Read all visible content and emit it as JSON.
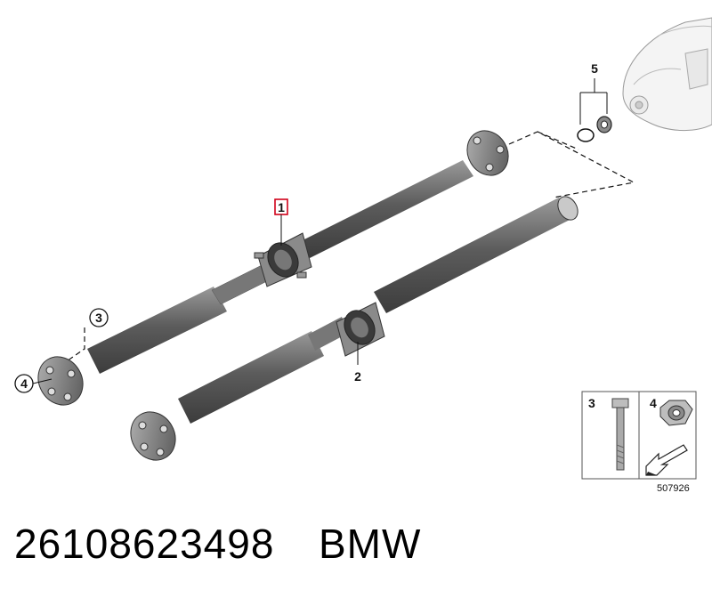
{
  "diagram": {
    "callouts": {
      "shaft_assembly": "1",
      "bare_shaft": "2",
      "bolt": "3",
      "nut": "4",
      "seal_kit": "5"
    },
    "legend": {
      "bolt_label": "3",
      "nut_label": "4",
      "reference": "507926"
    },
    "colors": {
      "highlight": "#d0021b",
      "shaft": "#6e6e6e",
      "line": "#111111"
    }
  },
  "footer": {
    "part_number": "26108623498",
    "brand": "BMW"
  }
}
